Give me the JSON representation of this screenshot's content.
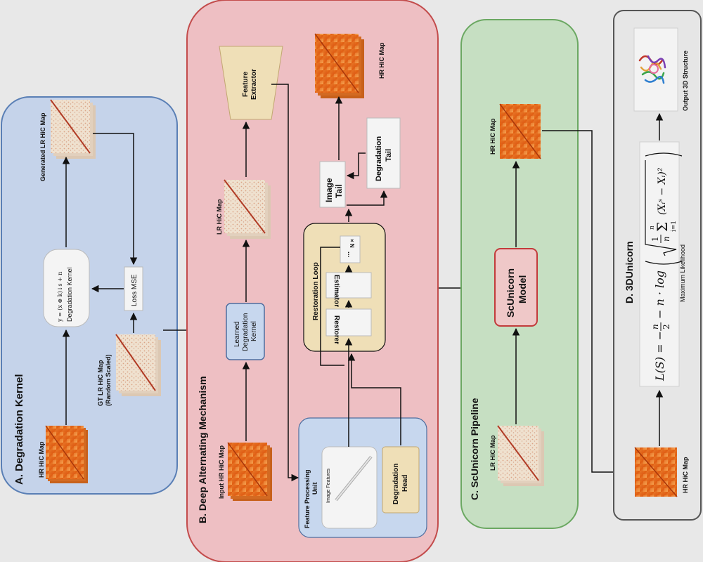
{
  "panels": {
    "a": {
      "title": "A.  Degradation Kernel",
      "hr_map": "HR HiC Map",
      "kernel_eq": "y = (x ⊗ k)↓s + n",
      "kernel_label": "Degradation Kernel",
      "generated_map": "Generated LR HiC Map",
      "loss": "Loss MSE",
      "gt_map_line1": "GT LR HiC Map",
      "gt_map_line2": "(Random Scaled)"
    },
    "b": {
      "title": "B. Deep Alternating Mechanism",
      "input_map": "Input HR HiC Map",
      "learned_kernel_line1": "Learned",
      "learned_kernel_line2": "Degradation",
      "learned_kernel_line3": "Kernel",
      "lr_map": "LR HiC Map",
      "feature_extractor_line1": "Feature",
      "feature_extractor_line2": "Extractor",
      "hr_map": "HR HiC Map",
      "image_tail_line1": "Image",
      "image_tail_line2": "Tail",
      "degradation_tail_line1": "Degradation",
      "degradation_tail_line2": "Tail",
      "restoration_loop": "Restoration Loop",
      "restorer": "Restorer",
      "estimator": "Estimator",
      "ellipsis": "...",
      "times_n": "× N",
      "fpu_line1": "Feature Processing",
      "fpu_line2": "Unit",
      "image_features": "Image Features",
      "degradation_head_line1": "Degradation",
      "degradation_head_line2": "Head"
    },
    "c": {
      "title": "C. ScUnicorn Pipeline",
      "lr_map": "LR HiC Map",
      "model_line1": "ScUnicorn",
      "model_line2": "Model",
      "hr_map": "HR HiC Map"
    },
    "d": {
      "title": "D. 3DUnicorn",
      "output_structure": "Output 3D Structure",
      "formula": "L(S) = − n/2 − n · log ( √( (1/n) Σ (Xᵢˢ − Xᵢ)² ) )",
      "formula_lhs": "L(S) = −",
      "formula_frac_num": "n",
      "formula_frac_den": "2",
      "formula_mid": "− n · log",
      "formula_sum_top": "n",
      "formula_sum_bottom": "i=1",
      "formula_inner": "(Xᵢˢ − Xᵢ)²",
      "formula_one_over_n": "1",
      "formula_n": "n",
      "formula_caption": "Maximum Likelihood",
      "hr_map": "HR HiC Map"
    }
  },
  "colors": {
    "panel_a_fill": "#c5d3ea",
    "panel_a_stroke": "#5a7fb5",
    "panel_b_fill": "#eebfc3",
    "panel_b_stroke": "#c34c4c",
    "panel_c_fill": "#c6dfc2",
    "panel_c_stroke": "#6ba862",
    "panel_d_fill": "#e6e6e6",
    "panel_d_stroke": "#555555",
    "tan": "#efdfb7",
    "tan_stroke": "#c2a772",
    "blue_box": "#c7d7ee",
    "blue_box_stroke": "#4f6e9f",
    "model_fill": "#efc8c8",
    "model_stroke": "#c23b3b",
    "hr_map_orange": "#e36c1d",
    "lr_map_cream": "#e8d5c0"
  }
}
